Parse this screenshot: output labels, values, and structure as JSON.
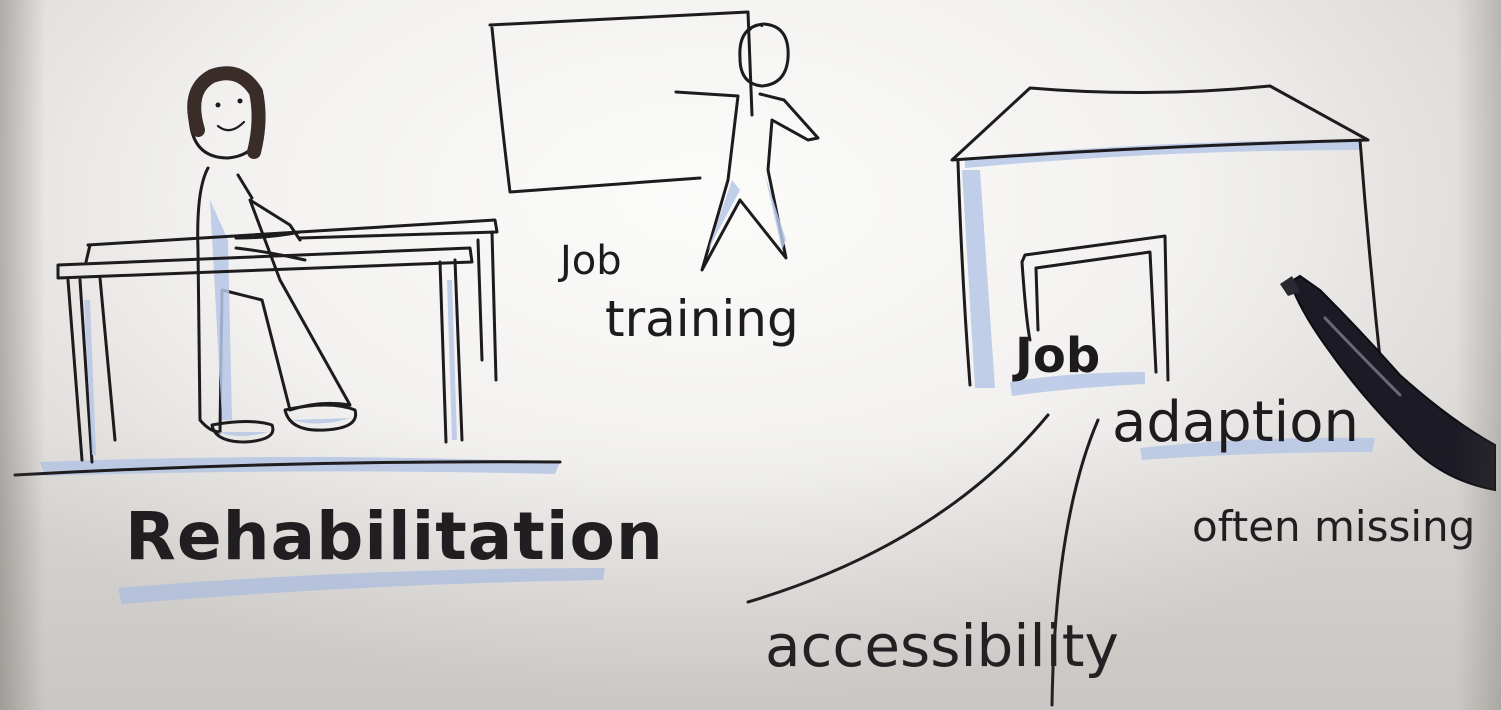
{
  "labels": {
    "rehabilitation": "Rehabilitation",
    "job_training_line1": "Job",
    "job_training_line2": "training",
    "job_adaption_line1": "Job",
    "job_adaption_line2": "adaption",
    "often_missing": "often missing",
    "accessibility": "accessibility"
  },
  "colors": {
    "ink": "#1d1b1e",
    "highlight": "#b6c7e6",
    "paper": "#f4f3f1"
  }
}
